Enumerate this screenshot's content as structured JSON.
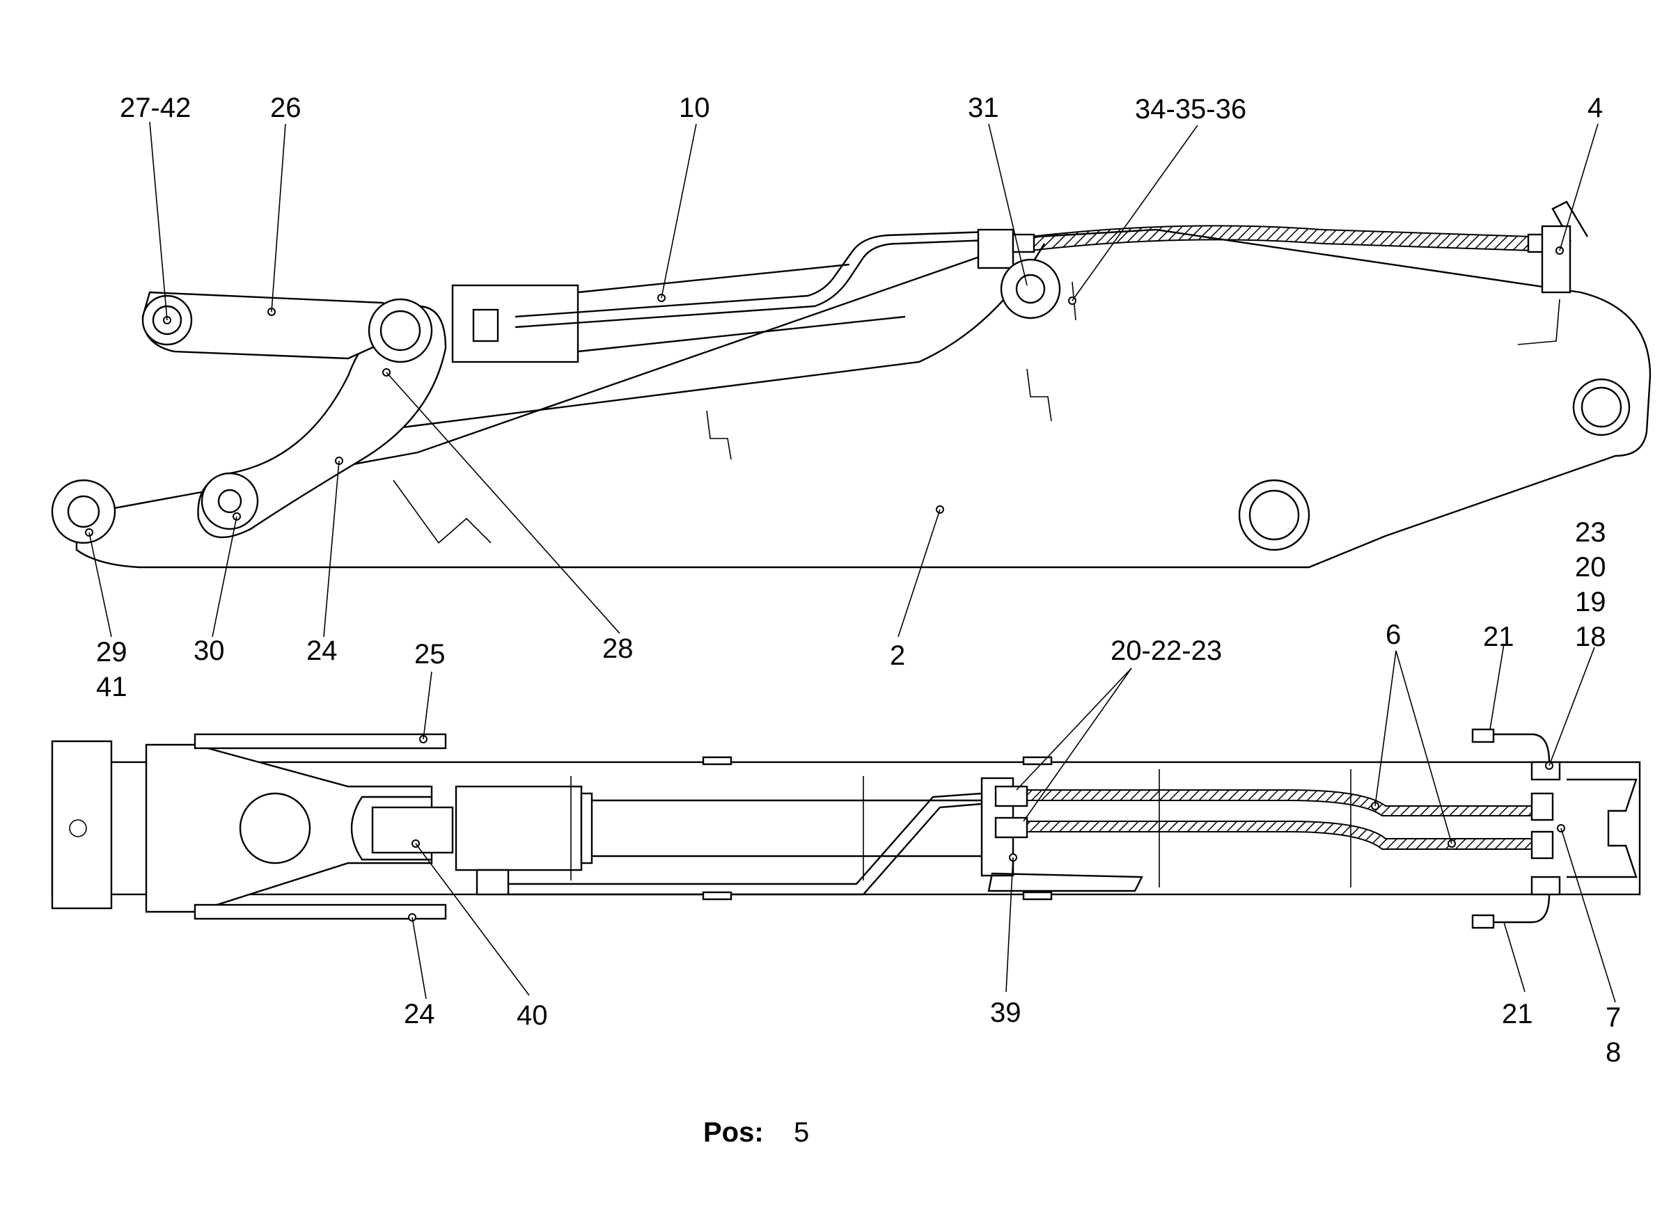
{
  "footer": {
    "pos_label": "Pos:",
    "pos_value": "5"
  },
  "callouts": {
    "c27_42": "27-42",
    "c26": "26",
    "c10": "10",
    "c31": "31",
    "c34_35_36": "34-35-36",
    "c4": "4",
    "c29": "29",
    "c41": "41",
    "c30": "30",
    "c24a": "24",
    "c28": "28",
    "c2": "2",
    "c23": "23",
    "c20": "20",
    "c19": "19",
    "c18": "18",
    "c20_22_23": "20-22-23",
    "c6": "6",
    "c21a": "21",
    "c25": "25",
    "c24b": "24",
    "c40": "40",
    "c39": "39",
    "c21b": "21",
    "c7": "7",
    "c8": "8"
  }
}
